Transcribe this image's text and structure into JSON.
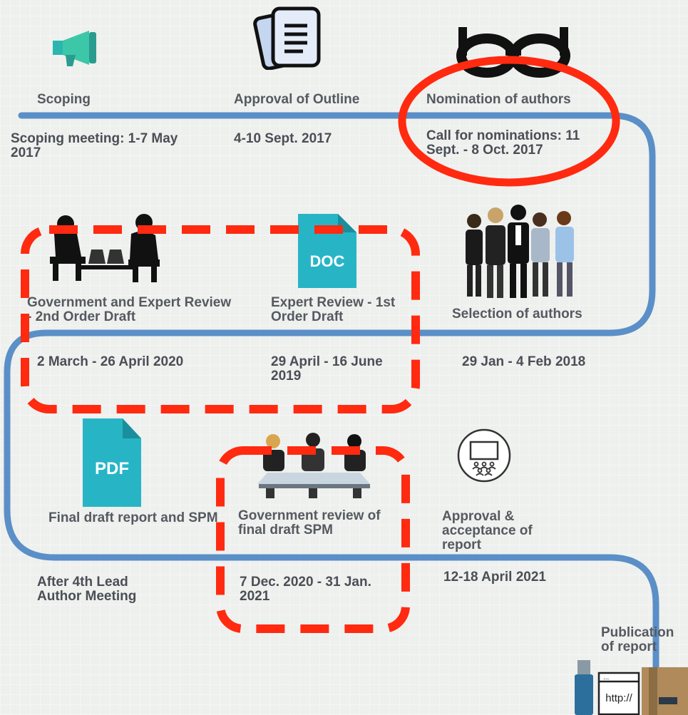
{
  "colors": {
    "path": "#5b8fc7",
    "highlight": "#ff2a10",
    "text": "#555a60",
    "teal": "#27b5c6"
  },
  "icons": {
    "scoping": "megaphone-icon",
    "outline": "document-stack-icon",
    "nomination": "glasses-icon",
    "selection": "people-group-icon",
    "expert_review": "doc-file-icon",
    "gov_expert_review": "meeting-people-icon",
    "final_draft": "pdf-file-icon",
    "gov_review": "boardroom-icon",
    "approval": "presentation-audience-icon",
    "publication": "usb-browser-box-icon"
  },
  "doc_icon_text": "DOC",
  "pdf_icon_text": "PDF",
  "url_text": "http://",
  "stages": {
    "scoping": {
      "title": "Scoping",
      "date": "Scoping meeting: 1-7 May 2017"
    },
    "outline": {
      "title": "Approval of Outline",
      "date": "4-10 Sept. 2017"
    },
    "nomination": {
      "title": "Nomination of authors",
      "date": "Call for nominations: 11 Sept. - 8 Oct. 2017"
    },
    "selection": {
      "title": "Selection of authors",
      "date": "29 Jan - 4 Feb 2018"
    },
    "expert_review": {
      "title": "Expert Review - 1st Order Draft",
      "date": "29 April - 16 June 2019"
    },
    "gov_expert_review": {
      "title": "Government and Expert Review - 2nd Order Draft",
      "date": "2 March - 26 April 2020"
    },
    "final_draft": {
      "title": "Final draft report and SPM",
      "date": "After 4th Lead Author Meeting"
    },
    "gov_review": {
      "title": "Government review of final draft SPM",
      "date": "7 Dec. 2020 - 31 Jan. 2021"
    },
    "approval": {
      "title": "Approval & acceptance of report",
      "date": "12-18 April 2021"
    },
    "publication": {
      "title": "Publication of report"
    }
  }
}
